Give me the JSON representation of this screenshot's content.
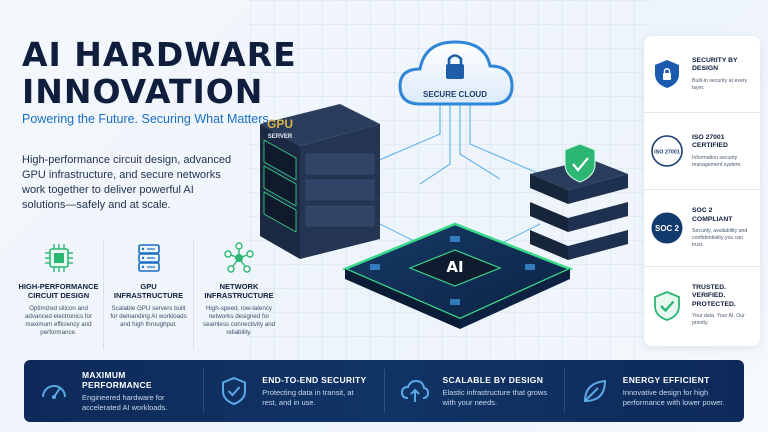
{
  "header": {
    "title_line1": "AI HARDWARE",
    "title_line2": "INNOVATION",
    "subtitle": "Powering the Future. Securing What Matters.",
    "description": "High-performance circuit design, advanced GPU infrastructure, and secure networks work together to deliver powerful AI solutions—safely and at scale."
  },
  "features": [
    {
      "icon": "chip-icon",
      "title": "High-Performance Circuit Design",
      "desc": "Optimized silicon and advanced electronics for maximum efficiency and performance."
    },
    {
      "icon": "server-rack-icon",
      "title": "GPU Infrastructure",
      "desc": "Scalable GPU servers built for demanding AI workloads and high throughput."
    },
    {
      "icon": "network-icon",
      "title": "Network Infrastructure",
      "desc": "High-speed, low-latency networks designed for seamless connectivity and reliability."
    }
  ],
  "scene": {
    "cloud_label": "SECURE CLOUD",
    "server_label_line1": "GPU",
    "server_label_line2": "SERVER",
    "chip_label": "AI"
  },
  "right_panel": [
    {
      "icon": "shield-lock-icon",
      "title": "Security By Design",
      "desc": "Built-in security at every layer."
    },
    {
      "icon": "iso-badge-icon",
      "badge": "ISO 27001",
      "title": "ISO 27001 Certified",
      "desc": "Information security management system."
    },
    {
      "icon": "soc2-badge-icon",
      "badge": "SOC 2",
      "title": "SOC 2 Compliant",
      "desc": "Security, availability and confidentiality you can trust."
    },
    {
      "icon": "shield-check-icon",
      "title": "Trusted. Verified. Protected.",
      "desc": "Your data. Your AI. Our priority."
    }
  ],
  "bottom_bar": [
    {
      "icon": "gauge-icon",
      "title": "Maximum Performance",
      "desc": "Engineered hardware for accelerated AI workloads."
    },
    {
      "icon": "shield-check-icon",
      "title": "End-to-End Security",
      "desc": "Protecting data in transit, at rest, and in use."
    },
    {
      "icon": "cloud-upload-icon",
      "title": "Scalable By Design",
      "desc": "Elastic infrastructure that grows with your needs."
    },
    {
      "icon": "leaf-icon",
      "title": "Energy Efficient",
      "desc": "Innovative design for high performance with lower power."
    }
  ],
  "colors": {
    "navy": "#0e1e3c",
    "accent_blue": "#1a6fc4",
    "circuit_green": "#39d98a",
    "bar_bg": "#0d2a5a"
  }
}
